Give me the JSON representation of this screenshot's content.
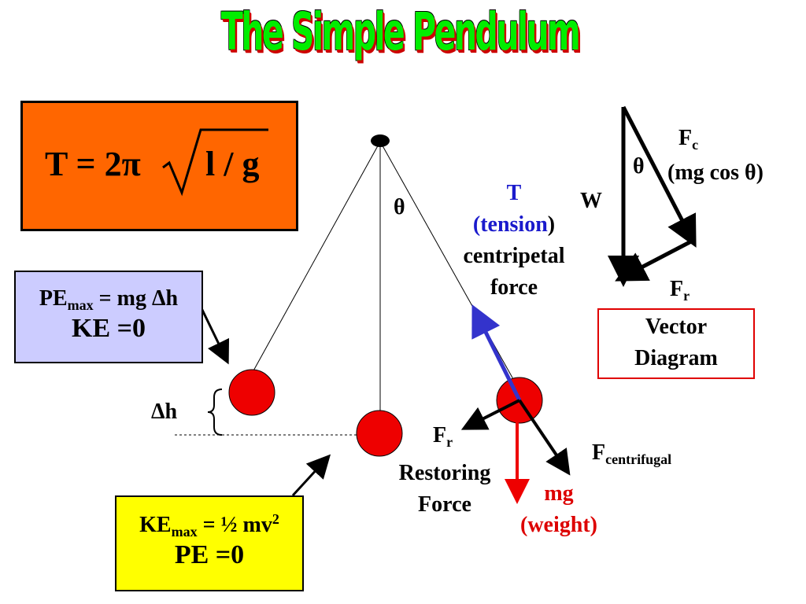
{
  "title": "The Simple Pendulum",
  "formula": {
    "left": "T = 2",
    "pi": "π",
    "radicand": "l / g"
  },
  "pe_box": {
    "line1_main": "PE",
    "line1_sub": "max",
    "line1_rest": " = mg ",
    "delta": "Δ",
    "h": "h",
    "line2": "KE =0"
  },
  "ke_box": {
    "line1_main": "KE",
    "line1_sub": "max",
    "line1_rest": " = ½ mv",
    "line1_sup": "2",
    "line2": "PE =0"
  },
  "delta_h": "Δh",
  "theta": "θ",
  "tension": {
    "t": "T",
    "open": "(",
    "word": "tension",
    "close": ")",
    "line3": "centripetal",
    "line4": "force"
  },
  "restoring": {
    "f": "F",
    "sub": "r",
    "line2": "Restoring",
    "line3": "Force"
  },
  "centrifugal": {
    "f": "F",
    "sub": "centrifugal"
  },
  "weight": {
    "line1": "mg",
    "line2": "(weight)"
  },
  "vector_diagram": {
    "w": "W",
    "theta": "θ",
    "fc": "F",
    "fc_sub": "c",
    "fc_expr": "(mg cos θ)",
    "fr": "F",
    "fr_sub": "r",
    "box_line1": "Vector",
    "box_line2": "Diagram"
  },
  "colors": {
    "title_green": "#00ee00",
    "formula_orange": "#ff6600",
    "pe_lavender": "#ccccff",
    "ke_yellow": "#ffff00",
    "bob_red": "#ee0000",
    "tension_blue": "#3333cc"
  }
}
